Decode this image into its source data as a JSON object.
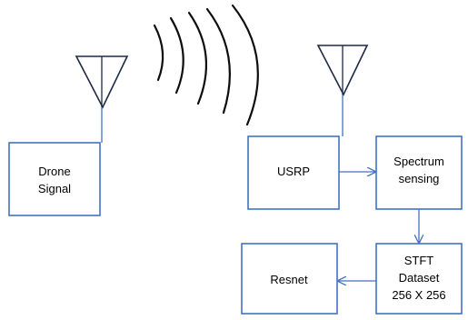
{
  "diagram": {
    "colors": {
      "box_stroke": "#4472C4",
      "line": "#4472C4",
      "antenna": "#1F2A44",
      "waves": "#0D0D0D"
    },
    "nodes": {
      "drone": {
        "line1": "Drone",
        "line2": "Signal"
      },
      "usrp": {
        "label": "USRP"
      },
      "spectrum": {
        "line1": "Spectrum",
        "line2": "sensing"
      },
      "stft": {
        "line1": "STFT",
        "line2": "Dataset",
        "line3": "256 X 256"
      },
      "resnet": {
        "label": "Resnet"
      }
    },
    "icons": {
      "tx_antenna": "antenna-icon",
      "rx_antenna": "antenna-icon",
      "signal_waves": "radio-waves-icon"
    }
  }
}
